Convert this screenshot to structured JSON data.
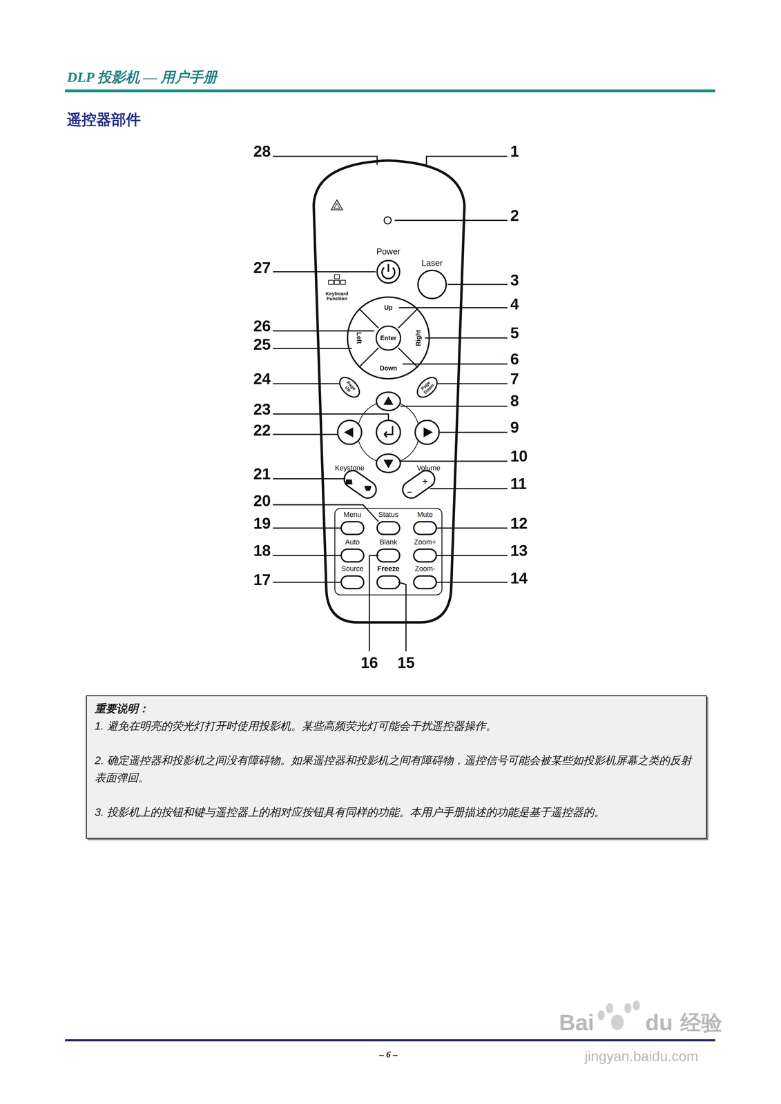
{
  "diagram": {
    "title": "遥控器部件",
    "nodes": [
      {
        "text": [
          "Enter"
        ]
      },
      {
        "text": [
          "Page Up"
        ]
      },
      {
        "text": [
          "Page Down"
        ]
      },
      {
        "text": [
          "重要说明：",
          "1. 避免在明亮的荧光灯打开时使用投影机。某些高频荧光灯可能会干扰遥控器操作。",
          "2. 确定遥控器和投影机之间没有障碍物。如果遥控器和投影机之间有障碍物，遥控信号可能会被某些如投影机屏幕之类的反射表面弹回。",
          "3. 投影机上的按钮和键与遥控器上的相对应按钮具有同样的功能。本用户手册描述的功能是基于遥控器的。"
        ]
      }
    ],
    "labels": [
      "DLP 投影机 — 用户手册",
      "28",
      "1",
      "2",
      "27",
      "3",
      "4",
      "26",
      "25",
      "5",
      "6",
      "24",
      "7",
      "23",
      "8",
      "22",
      "9",
      "10",
      "21",
      "11",
      "20",
      "19",
      "12",
      "18",
      "13",
      "17",
      "14",
      "16",
      "15",
      "Power",
      "Laser",
      "Keyboard Function",
      "Up",
      "Down",
      "Left",
      "Right",
      "Keystone",
      "Volume",
      "+",
      "–",
      "Menu",
      "Status",
      "Mute",
      "Auto",
      "Blank",
      "Zoom+",
      "Source",
      "Freeze",
      "Zoom-",
      "– 6 –",
      "Bai",
      "du",
      "经验",
      "jingyan.baidu.com"
    ]
  }
}
